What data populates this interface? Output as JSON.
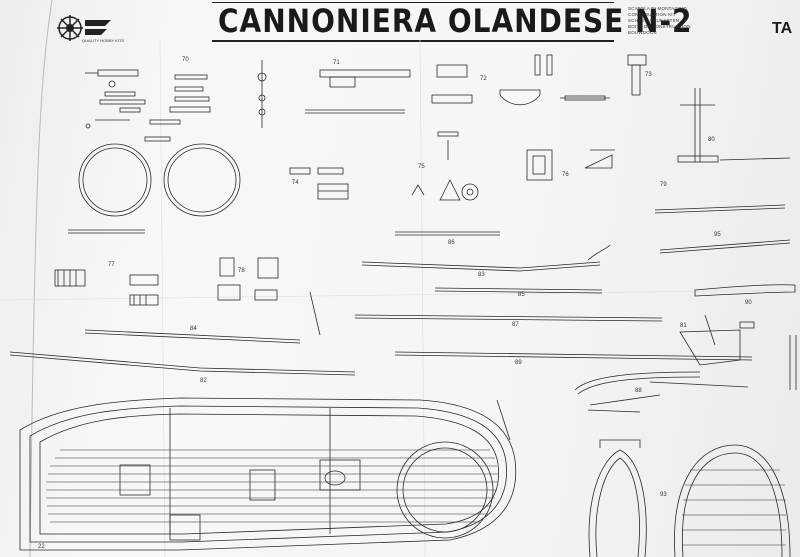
{
  "sheet": {
    "title": "CANNONIERA OLANDESE N-2",
    "subtitle_lines": [
      "SCATOLA DI MONTAGGIO",
      "CONSTRUCTION KIT",
      "SCHNELLBAUKASTEN",
      "BOITE DE CONSTRUCTION",
      "BOUWDOOS"
    ],
    "corner_label": "TA",
    "logo_caption": "QUALITY HOBBY KITS",
    "colors": {
      "paper": "#f4f4f2",
      "ink": "#1a1a1a"
    }
  },
  "labels": {
    "l70": "70",
    "l71": "71",
    "l72": "72",
    "l73": "73",
    "l74": "74",
    "l75": "75",
    "l76": "76",
    "l77": "77",
    "l78": "78",
    "l79": "79",
    "l80": "80",
    "l81": "81",
    "l82": "82",
    "l83": "83",
    "l84": "84",
    "l85": "85",
    "l86": "86",
    "l87": "87",
    "l88": "88",
    "l89": "89",
    "l90": "90",
    "l93": "93",
    "l95": "95",
    "l22": "22"
  }
}
